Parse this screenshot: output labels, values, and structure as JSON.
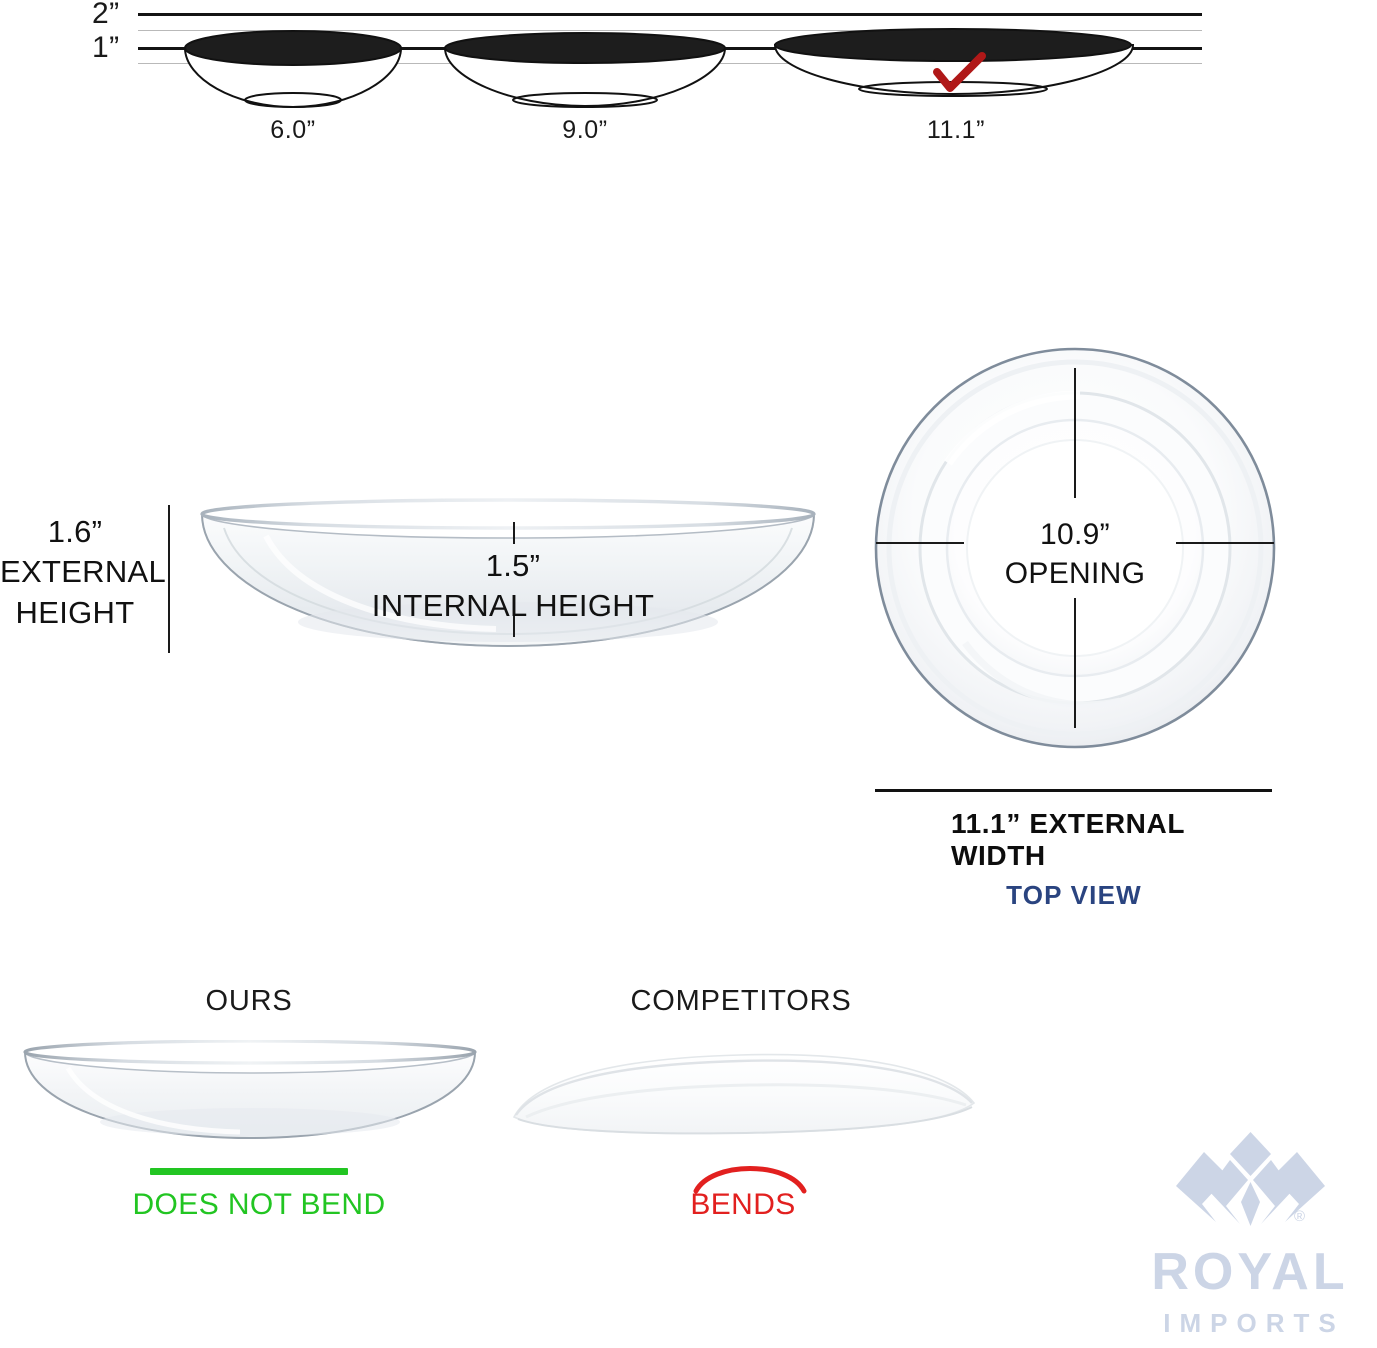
{
  "ruler": {
    "marks": [
      {
        "label": "2”",
        "y": 13
      },
      {
        "label": "1”",
        "y": 47
      }
    ]
  },
  "size_row": {
    "items": [
      {
        "caption": "6.0”",
        "selected": false
      },
      {
        "caption": "9.0”",
        "selected": false
      },
      {
        "caption": "11.1”",
        "selected": true
      }
    ],
    "selected_marker": "red-check-icon"
  },
  "side_view": {
    "external_height": {
      "value": "1.6”",
      "line1": "EXTERNAL",
      "line2": "HEIGHT"
    },
    "internal_height": {
      "value": "1.5”",
      "label": "INTERNAL HEIGHT"
    }
  },
  "top_view": {
    "opening": {
      "value": "10.9”",
      "label": "OPENING"
    },
    "external_width": "11.1” EXTERNAL WIDTH",
    "view_label": "TOP VIEW",
    "view_label_color": "#2a4480"
  },
  "comparison": {
    "ours": {
      "title": "OURS",
      "verdict": "DOES NOT BEND",
      "color": "#22c522",
      "indicator": "straight-line-icon"
    },
    "competitors": {
      "title": "COMPETITORS",
      "verdict": "BENDS",
      "color": "#e2201f",
      "indicator": "curved-arc-icon"
    }
  },
  "logo": {
    "brand": "ROYAL",
    "sub": "IMPORTS",
    "registered": "®",
    "color": "#ccd5e6",
    "mark": "crown-icon"
  }
}
